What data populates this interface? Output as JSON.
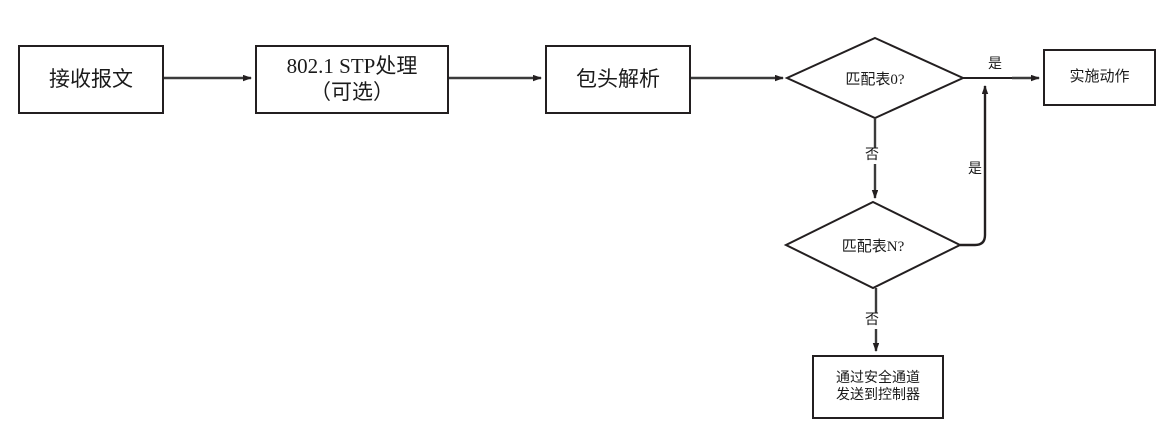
{
  "diagram": {
    "title": "OpenFlow packet processing flowchart",
    "background_color": "#ffffff",
    "stroke_color": "#231f20",
    "text_color": "#1a1a1a",
    "nodes": [
      {
        "id": "recv",
        "shape": "rect",
        "label": "接收报文"
      },
      {
        "id": "stp",
        "shape": "rect",
        "label": "802.1 STP处理\n（可选）"
      },
      {
        "id": "parse",
        "shape": "rect",
        "label": "包头解析"
      },
      {
        "id": "match0",
        "shape": "diamond",
        "label": "匹配表0?"
      },
      {
        "id": "matchn",
        "shape": "diamond",
        "label": "匹配表N?"
      },
      {
        "id": "action",
        "shape": "rect",
        "label": "实施动作"
      },
      {
        "id": "ctrl",
        "shape": "rect",
        "label": "通过安全通道\n发送到控制器"
      }
    ],
    "edge_labels": {
      "no_1": "否",
      "no_2": "否",
      "yes_top": "是",
      "yes_side": "是"
    },
    "edges": [
      {
        "from": "recv",
        "to": "stp",
        "label": ""
      },
      {
        "from": "stp",
        "to": "parse",
        "label": ""
      },
      {
        "from": "parse",
        "to": "match0",
        "label": ""
      },
      {
        "from": "match0",
        "to": "action",
        "label": "是"
      },
      {
        "from": "match0",
        "to": "matchn",
        "label": "否"
      },
      {
        "from": "matchn",
        "to": "action",
        "label": "是"
      },
      {
        "from": "matchn",
        "to": "ctrl",
        "label": "否"
      }
    ]
  }
}
